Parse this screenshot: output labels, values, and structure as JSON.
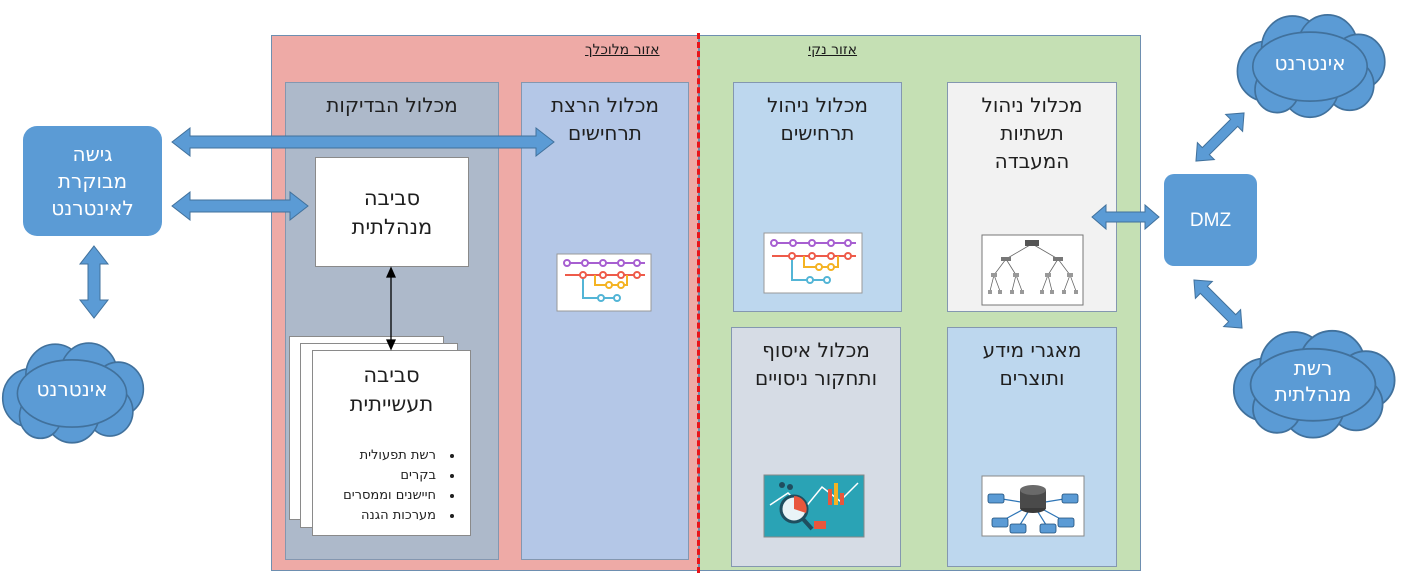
{
  "zones": {
    "dirty_label": "אזור מלוכלך",
    "clean_label": "אזור נקי"
  },
  "left": {
    "access_box": "גישה\nמבוקרת\nלאינטרנט",
    "internet_cloud": "אינטרנט"
  },
  "dirty": {
    "testing_title": "מכלול הבדיקות",
    "admin_env": "סביבה\nמנהלתית",
    "industrial_env": "סביבה\nתעשייתית",
    "industrial_items": [
      "רשת תפעולית",
      "בקרים",
      "חיישנים וממסרים",
      "מערכות הגנה"
    ],
    "scenario_run_title": "מכלול הרצת\nתרחישים"
  },
  "clean": {
    "scenario_mgmt_title": "מכלול ניהול\nתרחישים",
    "infra_mgmt_title": "מכלול ניהול\nתשתיות\nהמעבדה",
    "collection_title": "מכלול איסוף\nותחקור ניסויים",
    "repos_title": "מאגרי מידע\nותוצרים"
  },
  "right": {
    "dmz": "DMZ",
    "internet_cloud": "אינטרנט",
    "admin_net_cloud": "רשת\nמנהלתית"
  },
  "colors": {
    "accent_blue": "#5b9bd5",
    "dirty_zone": "#eeaaa6",
    "clean_zone": "#c5e0b4",
    "divider_red": "#e8141a",
    "testing_panel": "#adb9ca",
    "run_panel": "#b4c7e7",
    "light_blue_panel": "#bdd7ee",
    "gray_panel": "#f2f2f2",
    "lavender_panel": "#d6dce5"
  }
}
